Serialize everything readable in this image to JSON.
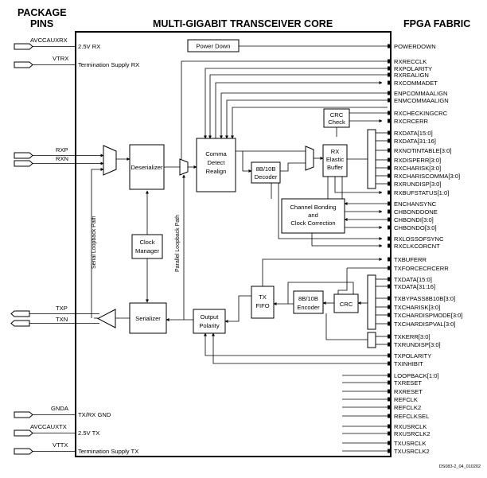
{
  "headers": {
    "package_pins": [
      "PACKAGE",
      "PINS"
    ],
    "core_title": "MULTI-GIGABIT TRANSCEIVER CORE",
    "fpga_fabric": "FPGA FABRIC"
  },
  "left_pins": [
    {
      "pin": "AVCCAUXRX",
      "label": "2.5V RX"
    },
    {
      "pin": "VTRX",
      "label": "Termination Supply RX"
    },
    {
      "pin": "RXP",
      "label": ""
    },
    {
      "pin": "RXN",
      "label": ""
    },
    {
      "pin": "TXP",
      "label": ""
    },
    {
      "pin": "TXN",
      "label": ""
    },
    {
      "pin": "GNDA",
      "label": "TX/RX GND"
    },
    {
      "pin": "AVCCAUXTX",
      "label": "2.5V TX"
    },
    {
      "pin": "VTTX",
      "label": "Termination Supply TX"
    }
  ],
  "blocks": {
    "power_down": "Power Down",
    "deserializer": "Deserializer",
    "comma_detect": [
      "Comma",
      "Detect",
      "Realign"
    ],
    "decoder": [
      "8B/10B",
      "Decoder"
    ],
    "rx_elastic": [
      "RX",
      "Elastic",
      "Buffer"
    ],
    "crc_check": [
      "CRC",
      "Check"
    ],
    "channel_bonding": [
      "Channel Bonding",
      "and",
      "Clock Correction"
    ],
    "clock_manager": [
      "Clock",
      "Manager"
    ],
    "serializer": "Serializer",
    "output_polarity": [
      "Output",
      "Polarity"
    ],
    "tx_fifo": [
      "TX",
      "FIFO"
    ],
    "encoder": [
      "8B/10B",
      "Encoder"
    ],
    "crc": "CRC"
  },
  "vertical_labels": {
    "serial_loopback": "Serial Loopback Path",
    "parallel_loopback": "Parallel Loopback Path"
  },
  "fabric_signals": [
    "POWERDOWN",
    "RXRECCLK",
    "RXPOLARITY",
    "RXREALIGN",
    "RXCOMMADET",
    "ENPCOMMAALIGN",
    "ENMCOMMAALIGN",
    "RXCHECKINGCRC",
    "RXCRCERR",
    "RXDATA[15:0]",
    "RXDATA[31:16]",
    "RXNOTINTABLE[3:0]",
    "RXDISPERR[3:0]",
    "RXCHARISK[3:0]",
    "RXCHARISCOMMA[3:0]",
    "RXRUNDISP[3:0]",
    "RXBUFSTATUS[1:0]",
    "ENCHANSYNC",
    "CHBONDDONE",
    "CHBONDI[3:0]",
    "CHBONDO[3:0]",
    "RXLOSSOFSYNC",
    "RXCLKCORCNT",
    "TXBUFERR",
    "TXFORCECRCERR",
    "TXDATA[15:0]",
    "TXDATA[31:16]",
    "TXBYPASS8B10B[3:0]",
    "TXCHARISK[3:0]",
    "TXCHARDISPMODE[3:0]",
    "TXCHARDISPVAL[3:0]",
    "TXKERR[3:0]",
    "TXRUNDISP[3:0]",
    "TXPOLARITY",
    "TXINHIBIT",
    "LOOPBACK[1:0]",
    "TXRESET",
    "RXRESET",
    "REFCLK",
    "REFCLK2",
    "REFCLKSEL",
    "RXUSRCLK",
    "RXUSRCLK2",
    "TXUSRCLK",
    "TXUSRCLK2"
  ],
  "figure_id": "DS083-2_04_010202"
}
